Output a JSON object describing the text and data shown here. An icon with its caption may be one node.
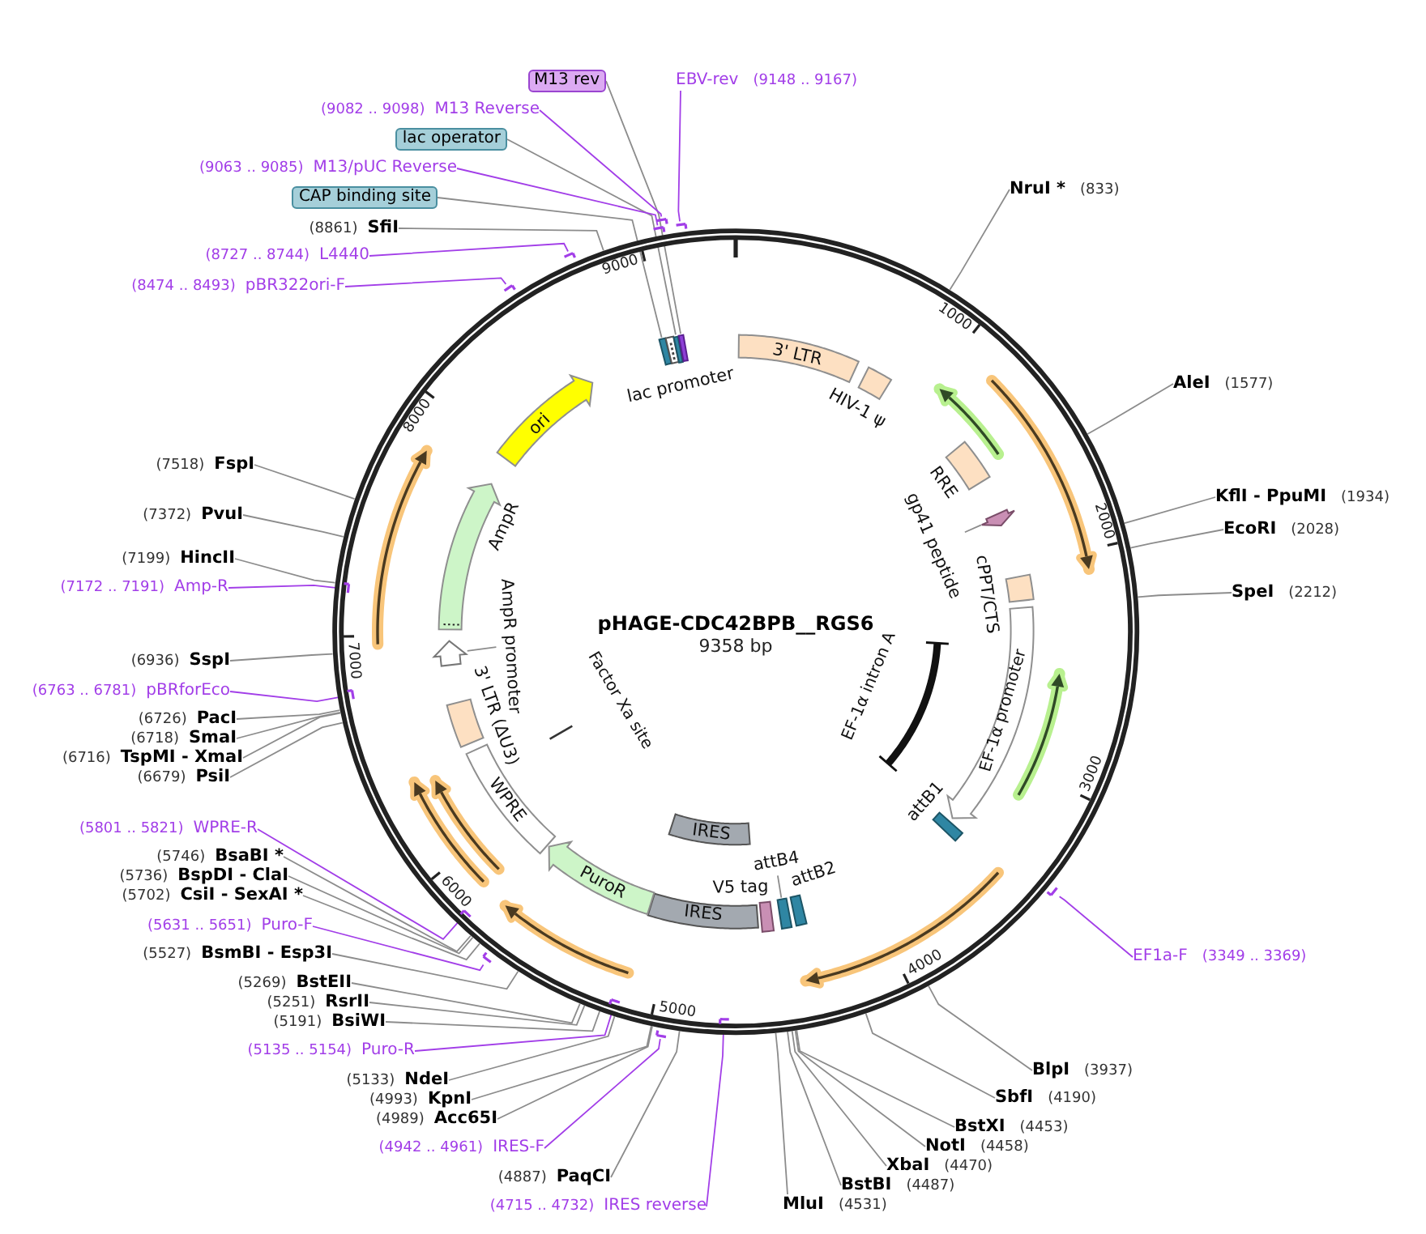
{
  "diagram": {
    "title": "pHAGE-CDC42BPB__RGS6",
    "nodes": [
      {
        "text": [
          "M13 rev"
        ]
      },
      {
        "text": [
          "EBV-rev",
          "(9148 .. 9167)"
        ]
      },
      {
        "text": [
          "(9082 .. 9098)",
          "M13 Reverse"
        ]
      },
      {
        "text": [
          "lac operator"
        ]
      },
      {
        "text": [
          "(9063 .. 9085)",
          "M13/pUC Reverse"
        ]
      },
      {
        "text": [
          "NruI *",
          "(833)"
        ]
      },
      {
        "text": [
          "CAP binding site"
        ]
      },
      {
        "text": [
          "(8861)",
          "SfiI"
        ]
      },
      {
        "text": [
          "(8727 .. 8744)",
          "L4440"
        ]
      },
      {
        "text": [
          "(8474 .. 8493)",
          "pBR322ori-F"
        ]
      },
      {
        "text": [
          "AleI",
          "(1577)"
        ]
      },
      {
        "text": [
          "(7518)",
          "FspI"
        ]
      },
      {
        "text": [
          "KflI - PpuMI",
          "(1934)"
        ]
      },
      {
        "text": [
          "(7372)",
          "PvuI"
        ]
      },
      {
        "text": [
          "EcoRI",
          "(2028)"
        ]
      },
      {
        "text": [
          "(7199)",
          "HincII"
        ]
      },
      {
        "text": [
          "(7172 .. 7191)",
          "Amp-R"
        ]
      },
      {
        "text": [
          "SpeI",
          "(2212)"
        ]
      },
      {
        "text": [
          "(6936)",
          "SspI"
        ]
      },
      {
        "text": [
          "(6763 .. 6781)",
          "pBRforEco"
        ]
      },
      {
        "text": [
          "(6726)",
          "PacI"
        ]
      },
      {
        "text": [
          "(6718)",
          "SmaI"
        ]
      },
      {
        "text": [
          "(6716)",
          "TspMI - XmaI"
        ]
      },
      {
        "text": [
          "(6679)",
          "PsiI"
        ]
      },
      {
        "text": [
          "(5801 .. 5821)",
          "WPRE-R"
        ]
      },
      {
        "text": [
          "(5746)",
          "BsaBI *"
        ]
      },
      {
        "text": [
          "(5736)",
          "BspDI - ClaI"
        ]
      },
      {
        "text": [
          "(5702)",
          "CsiI - SexAI *"
        ]
      },
      {
        "text": [
          "(5631 .. 5651)",
          "Puro-F"
        ]
      },
      {
        "text": [
          "EF1a-F",
          "(3349 .. 3369)"
        ]
      },
      {
        "text": [
          "(5527)",
          "BsmBI - Esp3I"
        ]
      },
      {
        "text": [
          "(5269)",
          "BstEII"
        ]
      },
      {
        "text": [
          "(5251)",
          "RsrII"
        ]
      },
      {
        "text": [
          "(5191)",
          "BsiWI"
        ]
      },
      {
        "text": [
          "(5135 .. 5154)",
          "Puro-R"
        ]
      },
      {
        "text": [
          "BlpI",
          "(3937)"
        ]
      },
      {
        "text": [
          "(5133)",
          "NdeI"
        ]
      },
      {
        "text": [
          "SbfI",
          "(4190)"
        ]
      },
      {
        "text": [
          "(4993)",
          "KpnI"
        ]
      },
      {
        "text": [
          "(4989)",
          "Acc65I"
        ]
      },
      {
        "text": [
          "BstXI",
          "(4453)"
        ]
      },
      {
        "text": [
          "NotI",
          "(4458)"
        ]
      },
      {
        "text": [
          "(4942 .. 4961)",
          "IRES-F"
        ]
      },
      {
        "text": [
          "XbaI",
          "(4470)"
        ]
      },
      {
        "text": [
          "(4887)",
          "PaqCI"
        ]
      },
      {
        "text": [
          "BstBI",
          "(4487)"
        ]
      },
      {
        "text": [
          "MluI",
          "(4531)"
        ]
      },
      {
        "text": [
          "(4715 .. 4732)",
          "IRES reverse"
        ]
      },
      {
        "text": [
          "3' LTR"
        ],
        "in": 93
      },
      {
        "text": [],
        "shape": "box",
        "beside": [
          "HIV-1 ψ"
        ],
        "in": 93
      },
      {
        "text": [],
        "shape": "box",
        "beside": [
          "RRE"
        ],
        "in": 93
      },
      {
        "text": [],
        "shape": "arrow",
        "in": 93
      },
      {
        "text": [],
        "shape": "box",
        "beside": [
          "cPPT/CTS"
        ],
        "in": 93
      },
      {
        "text": [
          "EF-1α promoter"
        ],
        "in": 93
      },
      {
        "text": [
          "EF-1α intron A"
        ],
        "in": 93
      },
      {
        "text": [],
        "shape": "box",
        "beside": [
          "attB1"
        ],
        "in": 93
      },
      {
        "text": [],
        "shape": "box",
        "beside": [
          "attB2"
        ],
        "in": 93
      },
      {
        "text": [],
        "shape": "box",
        "in": 93
      },
      {
        "text": [],
        "shape": "box",
        "beside": [
          "V5 tag"
        ],
        "in": 93
      },
      {
        "text": [
          "IRES"
        ],
        "in": 93
      },
      {
        "text": [
          "PuroR"
        ],
        "in": 93
      },
      {
        "text": [
          "WPRE"
        ],
        "in": 93
      },
      {
        "text": [],
        "shape": "box",
        "beside": [
          "3' LTR (ΔU3)"
        ],
        "in": 93
      },
      {
        "text": [],
        "shape": "arrow",
        "in": 93
      },
      {
        "text": [],
        "shape": "arrow",
        "beside": [
          "AmpR"
        ],
        "in": 93
      },
      {
        "text": [
          "ori"
        ],
        "in": 93
      },
      {
        "text": [],
        "shape": "box",
        "in": 93
      },
      {
        "text": [],
        "shape": "box",
        "beside": [
          "lac promoter"
        ],
        "in": 93
      },
      {
        "text": [],
        "shape": "box",
        "in": 93
      },
      {
        "text": [],
        "shape": "box",
        "in": 93
      },
      {
        "text": [
          "IRES"
        ],
        "in": 93
      },
      {
        "text": [],
        "shape": "bar",
        "beside": [
          "Factor Xa site"
        ],
        "in": 93
      },
      {
        "text": [],
        "shape": "arrow",
        "in": 93
      },
      {
        "text": [],
        "shape": "arrow",
        "in": 93
      },
      {
        "text": [],
        "shape": "arrow",
        "in": 93
      },
      {
        "text": [],
        "shape": "arrow",
        "in": 93
      },
      {
        "text": [],
        "shape": "arrow",
        "in": 93
      },
      {
        "text": [],
        "shape": "arrow",
        "in": 93
      },
      {
        "text": [],
        "shape": "arrow",
        "in": 93
      },
      {
        "text": [],
        "shape": "arrow",
        "in": 93
      },
      {
        "text": [],
        "shape": "bar"
      },
      {
        "text": [],
        "shape": "bar"
      },
      {
        "text": [],
        "shape": "bar"
      },
      {
        "text": [],
        "shape": "bar",
        "in": 93
      },
      {
        "text": [],
        "shape": "bar",
        "in": 93
      },
      {
        "text": [],
        "shape": "bar",
        "in": 93
      },
      {
        "text": [],
        "shape": "bar",
        "in": 93
      },
      {
        "text": [],
        "shape": "bar",
        "in": 93
      },
      {
        "text": [],
        "shape": "bar",
        "in": 93
      },
      {
        "text": [],
        "shape": "bar",
        "in": 93
      },
      {
        "text": [],
        "shape": "bar",
        "in": 93
      },
      {
        "text": [],
        "shape": "bar"
      },
      {
        "text": [],
        "shape": "bar",
        "in": 93
      },
      {
        "text": [],
        "shape": "circle"
      },
      {
        "text": [
          "gp41 peptide"
        ],
        "in": 93
      },
      {
        "text": [
          "attB4"
        ],
        "in": 93
      },
      {
        "text": [
          "AmpR promoter"
        ],
        "in": 93
      }
    ],
    "edges": [
      {
        "from": 0,
        "to": 69,
        "arrow": "none"
      },
      {
        "from": 1,
        "to": 80,
        "arrow": "none",
        "color": "#a23ee8"
      },
      {
        "from": 2,
        "to": 81,
        "arrow": "none",
        "color": "#a23ee8"
      },
      {
        "from": 3,
        "to": 68,
        "arrow": "none"
      },
      {
        "from": 4,
        "to": 82,
        "arrow": "none",
        "color": "#a23ee8"
      },
      {
        "from": 5,
        "to": 93,
        "arrow": "none"
      },
      {
        "from": 6,
        "to": 66,
        "arrow": "none"
      },
      {
        "from": 7,
        "to": 93,
        "arrow": "none"
      },
      {
        "from": 8,
        "to": 83,
        "arrow": "none",
        "color": "#a23ee8"
      },
      {
        "from": 9,
        "to": 84,
        "arrow": "none",
        "color": "#a23ee8"
      },
      {
        "from": 10,
        "to": 93,
        "arrow": "none"
      },
      {
        "from": 11,
        "to": 93,
        "arrow": "none"
      },
      {
        "from": 12,
        "to": 93,
        "arrow": "none"
      },
      {
        "from": 13,
        "to": 93,
        "arrow": "none"
      },
      {
        "from": 14,
        "to": 93,
        "arrow": "none"
      },
      {
        "from": 15,
        "to": 93,
        "arrow": "none"
      },
      {
        "from": 16,
        "to": 85,
        "arrow": "none",
        "color": "#a23ee8"
      },
      {
        "from": 17,
        "to": 93,
        "arrow": "none"
      },
      {
        "from": 18,
        "to": 93,
        "arrow": "none"
      },
      {
        "from": 19,
        "to": 86,
        "arrow": "none",
        "color": "#a23ee8"
      },
      {
        "from": 20,
        "to": 93,
        "arrow": "none"
      },
      {
        "from": 21,
        "to": 93,
        "arrow": "none"
      },
      {
        "from": 22,
        "to": 93,
        "arrow": "none"
      },
      {
        "from": 23,
        "to": 93,
        "arrow": "none"
      },
      {
        "from": 24,
        "to": 87,
        "arrow": "none",
        "color": "#a23ee8"
      },
      {
        "from": 25,
        "to": 93,
        "arrow": "none"
      },
      {
        "from": 26,
        "to": 93,
        "arrow": "none"
      },
      {
        "from": 27,
        "to": 93,
        "arrow": "none"
      },
      {
        "from": 28,
        "to": 88,
        "arrow": "none",
        "color": "#a23ee8"
      },
      {
        "from": 29,
        "to": 89,
        "arrow": "none",
        "color": "#a23ee8"
      },
      {
        "from": 30,
        "to": 93,
        "arrow": "none"
      },
      {
        "from": 31,
        "to": 93,
        "arrow": "none"
      },
      {
        "from": 32,
        "to": 93,
        "arrow": "none"
      },
      {
        "from": 33,
        "to": 93,
        "arrow": "none"
      },
      {
        "from": 34,
        "to": 90,
        "arrow": "none",
        "color": "#a23ee8"
      },
      {
        "from": 35,
        "to": 93,
        "arrow": "none"
      },
      {
        "from": 36,
        "to": 93,
        "arrow": "none"
      },
      {
        "from": 37,
        "to": 93,
        "arrow": "none"
      },
      {
        "from": 38,
        "to": 93,
        "arrow": "none"
      },
      {
        "from": 39,
        "to": 93,
        "arrow": "none"
      },
      {
        "from": 40,
        "to": 93,
        "arrow": "none"
      },
      {
        "from": 41,
        "to": 93,
        "arrow": "none"
      },
      {
        "from": 42,
        "to": 91,
        "arrow": "none",
        "color": "#a23ee8"
      },
      {
        "from": 43,
        "to": 93,
        "arrow": "none"
      },
      {
        "from": 44,
        "to": 93,
        "arrow": "none"
      },
      {
        "from": 45,
        "to": 93,
        "arrow": "none"
      },
      {
        "from": 46,
        "to": 93,
        "arrow": "none"
      },
      {
        "from": 47,
        "to": 92,
        "arrow": "none",
        "color": "#a23ee8"
      },
      {
        "from": 94,
        "to": 51,
        "arrow": "none"
      },
      {
        "from": 95,
        "to": 57,
        "arrow": "none"
      },
      {
        "from": 96,
        "to": 63,
        "arrow": "none"
      }
    ],
    "labels": [
      "9358 bp",
      "1000",
      "2000",
      "3000",
      "4000",
      "5000",
      "6000",
      "7000",
      "8000",
      "9000"
    ]
  }
}
